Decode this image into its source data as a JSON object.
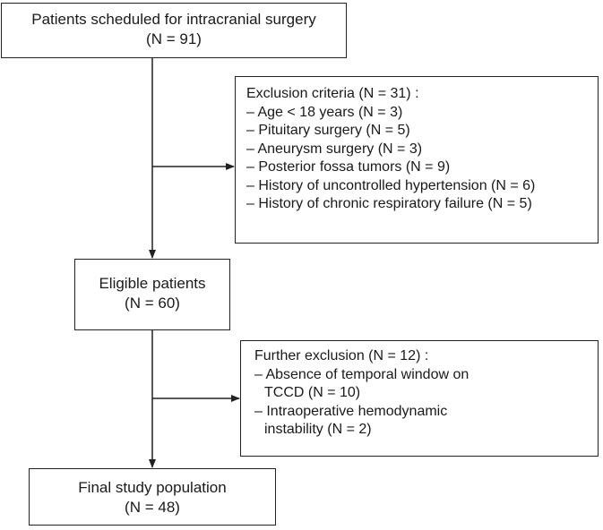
{
  "boxes": {
    "scheduled": {
      "title": "Patients scheduled for intracranial surgery",
      "count": "(N = 91)"
    },
    "exclusion": {
      "title": "Exclusion criteria (N = 31) :",
      "items": [
        "– Age < 18 years (N = 3)",
        "– Pituitary surgery (N = 5)",
        "– Aneurysm surgery (N = 3)",
        "– Posterior fossa tumors (N = 9)",
        "– History of uncontrolled hypertension (N = 6)",
        "– History of chronic respiratory failure (N = 5)"
      ]
    },
    "eligible": {
      "title": "Eligible patients",
      "count": "(N = 60)"
    },
    "further": {
      "title": "Further exclusion (N = 12) :",
      "items": [
        "– Absence of temporal window on",
        "TCCD (N = 10)",
        "– Intraoperative hemodynamic",
        "instability (N = 2)"
      ]
    },
    "final": {
      "title": "Final study population",
      "count": "(N = 48)"
    }
  }
}
